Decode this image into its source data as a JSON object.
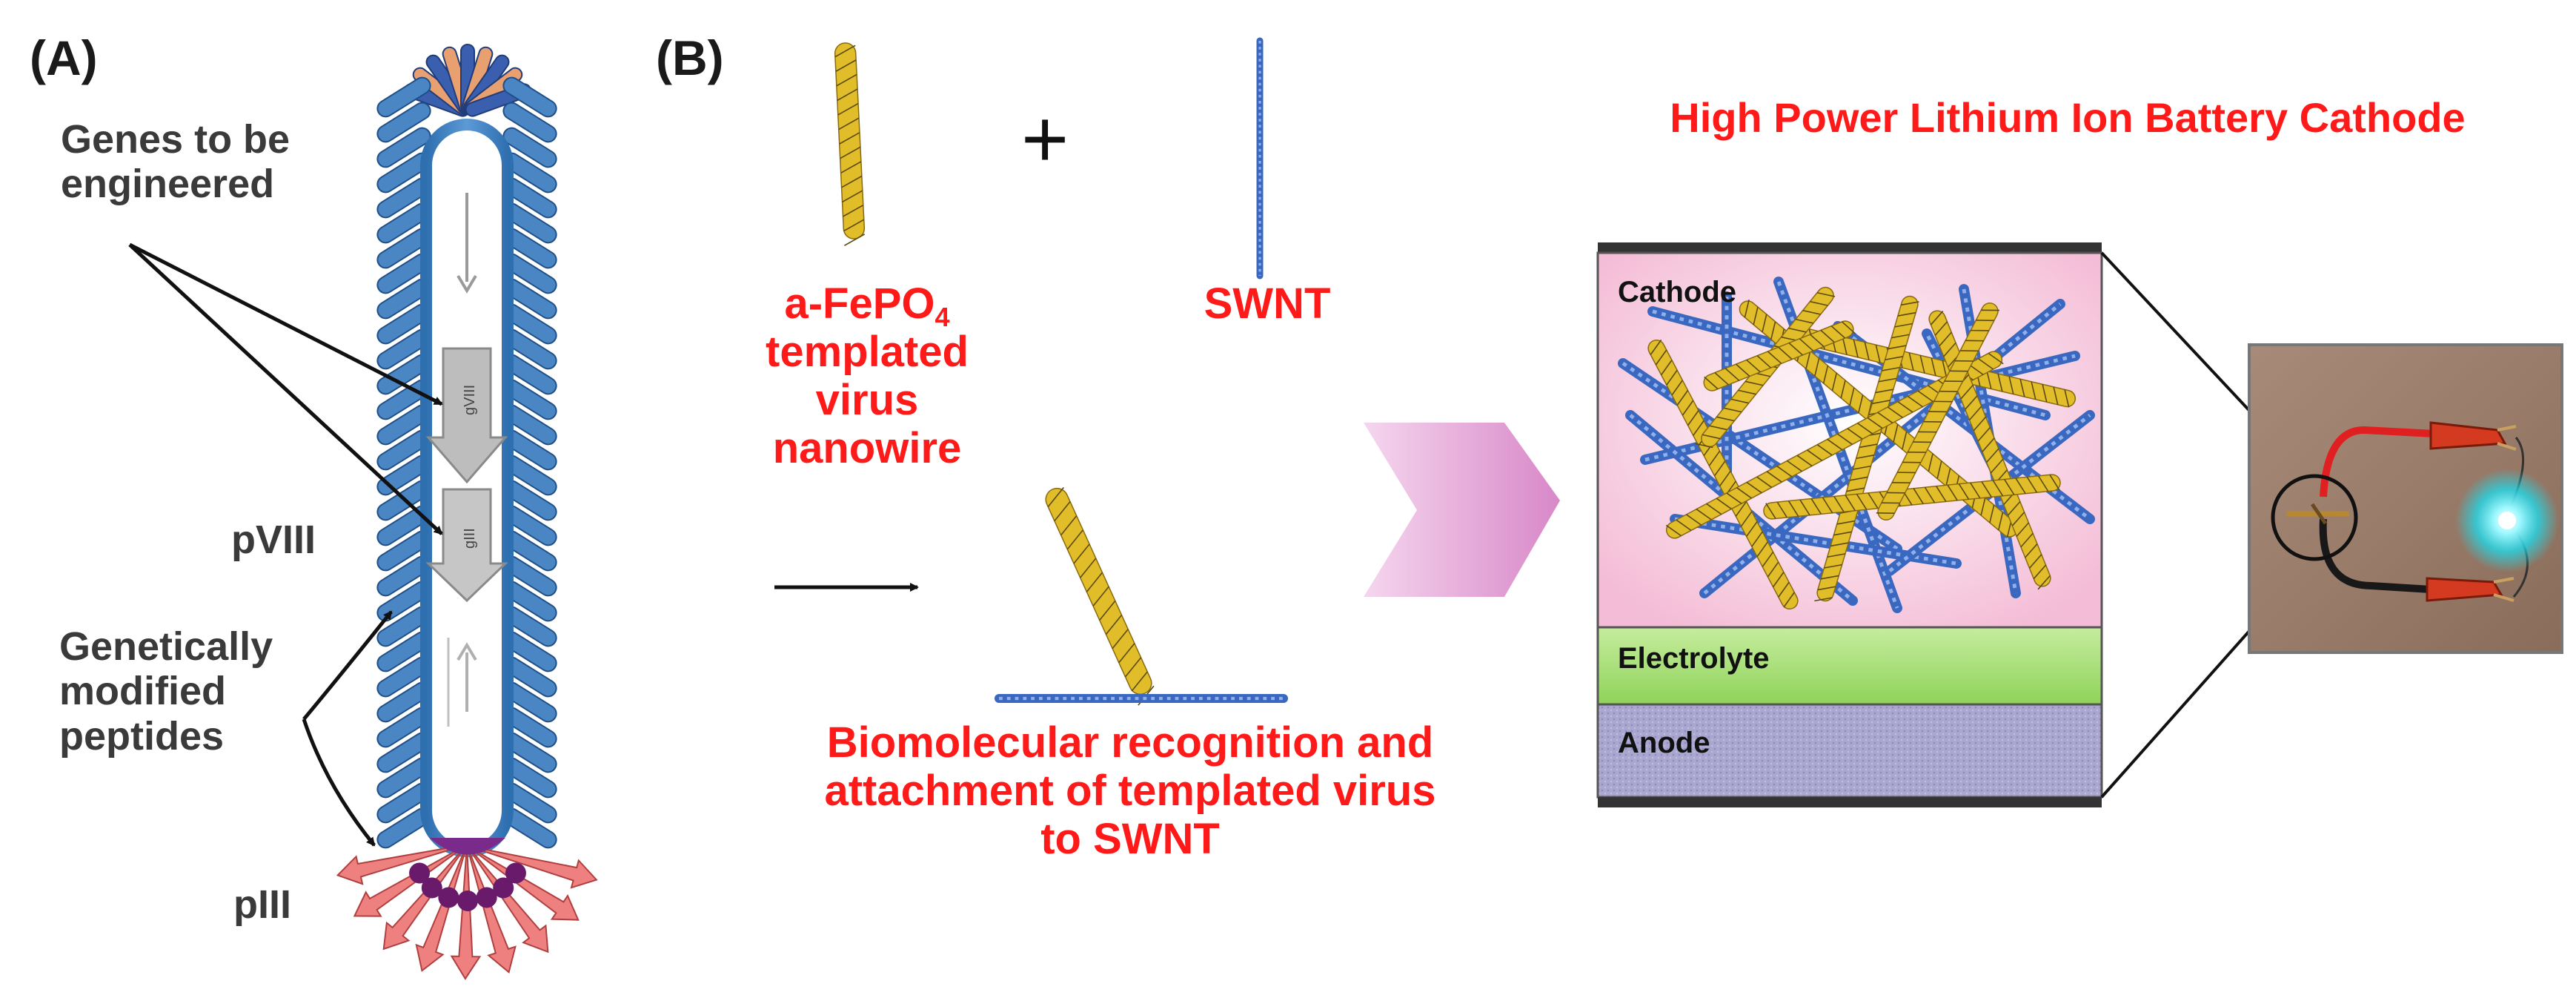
{
  "panels": {
    "a": "(A)",
    "b": "(B)"
  },
  "panel_a": {
    "genes": "Genes to be engineered",
    "pviii": "pVIII",
    "modified": "Genetically modified peptides",
    "piii": "pIII",
    "gene_viii": "gVIII",
    "gene_iii": "gIII"
  },
  "panel_b": {
    "plus": "+",
    "fepo4_prefix": "a-FePO",
    "fepo4_sub": "4",
    "fepo4_rest": "templated virus nanowire",
    "swnt": "SWNT",
    "recognition": "Biomolecular recognition and attachment of templated virus to SWNT"
  },
  "battery": {
    "title": "High Power Lithium Ion Battery Cathode",
    "cathode": "Cathode",
    "electrolyte": "Electrolyte",
    "anode": "Anode"
  },
  "colors": {
    "accent_red": "#ff1a1a",
    "phage_blue": "#4a86c4",
    "nanowire_gold": "#e2bd2a",
    "swnt_blue": "#3a68c0",
    "cathode_pink": "#f7cfe0",
    "electrolyte_green": "#a8df78",
    "anode_lavender": "#a8a4cf"
  }
}
